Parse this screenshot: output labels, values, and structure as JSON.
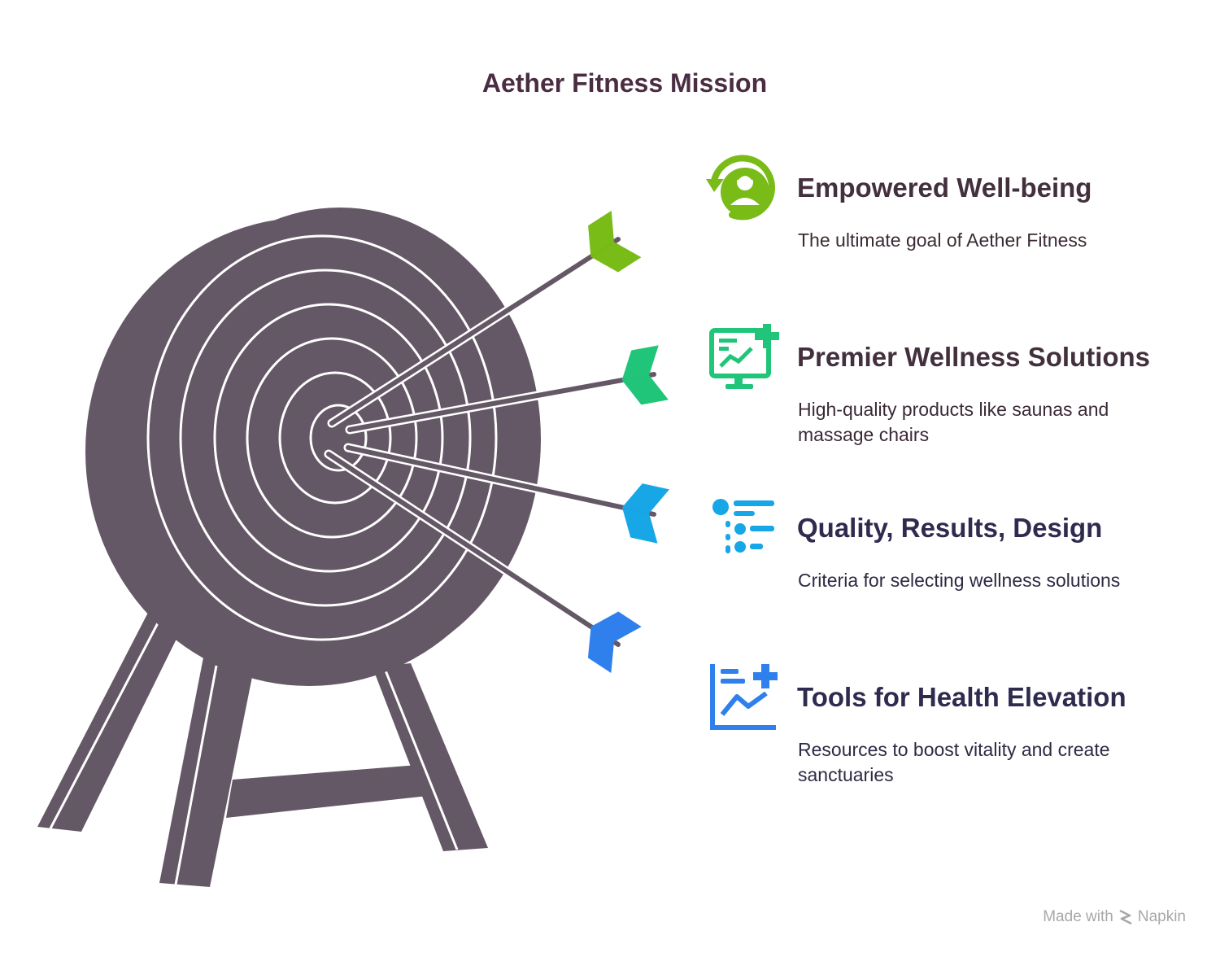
{
  "title": "Aether Fitness Mission",
  "items": [
    {
      "heading": "Empowered Well-being",
      "description": "The ultimate goal of Aether Fitness",
      "icon": "wellbeing-person-icon",
      "color": "#79bb17"
    },
    {
      "heading": "Premier Wellness Solutions",
      "description": "High-quality products like saunas and massage chairs",
      "icon": "monitor-chart-plus-icon",
      "color": "#21c57a"
    },
    {
      "heading": "Quality, Results, Design",
      "description": "Criteria for selecting wellness solutions",
      "icon": "criteria-list-icon",
      "color": "#17a6e6"
    },
    {
      "heading": "Tools for Health Elevation",
      "description": "Resources to boost vitality and create sanctuaries",
      "icon": "chart-plus-icon",
      "color": "#2f80ed"
    }
  ],
  "colors": {
    "target": "#655866",
    "ring_line": "#ffffff",
    "title": "#4a2d42"
  },
  "footer": {
    "made_with": "Made with",
    "brand": "Napkin"
  }
}
